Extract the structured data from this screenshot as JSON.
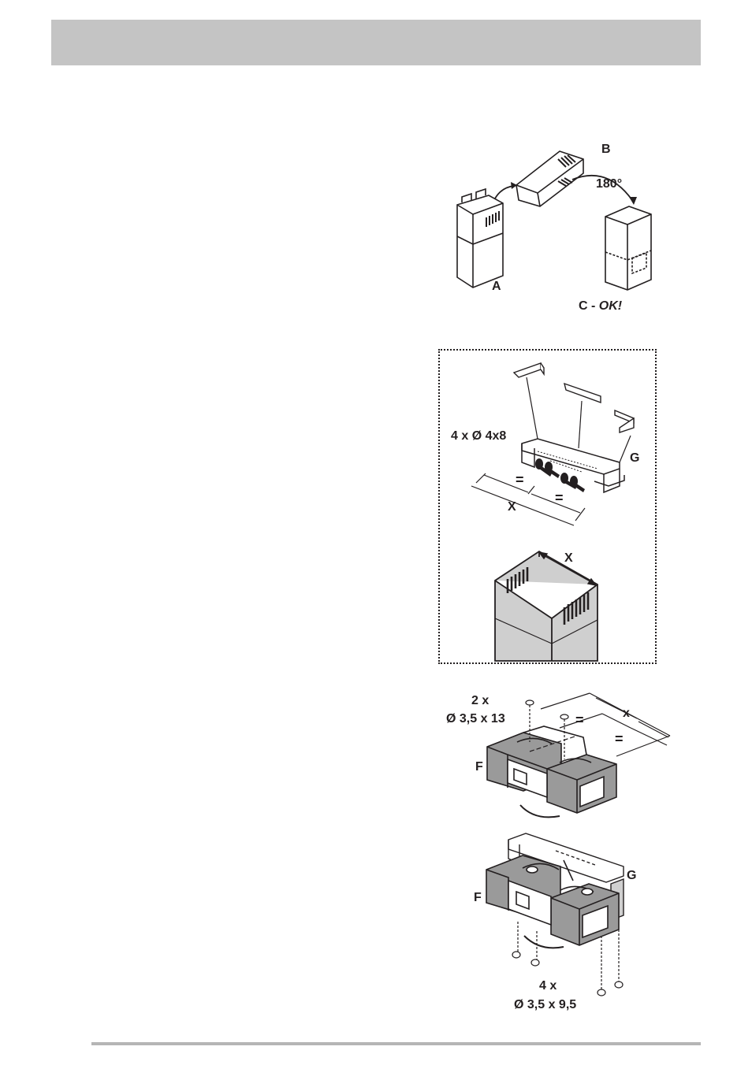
{
  "figure1": {
    "label_a": "A",
    "label_b": "B",
    "rotation": "180°",
    "label_c_prefix": "C - ",
    "label_c_ok": "OK!"
  },
  "figure2": {
    "screws": "4 x Ø 4x8",
    "label_g": "G",
    "equal_1": "=",
    "equal_2": "=",
    "label_x_bottom": "X",
    "label_x_top": "X"
  },
  "figure3": {
    "screws_count": "2 x",
    "screws_size": "Ø 3,5 x 13",
    "label_f": "F",
    "equal_1": "=",
    "equal_2": "=",
    "label_x": "x"
  },
  "figure4": {
    "label_f": "F",
    "label_g": "G",
    "screws_count": "4 x",
    "screws_size": "Ø 3,5 x 9,5"
  }
}
